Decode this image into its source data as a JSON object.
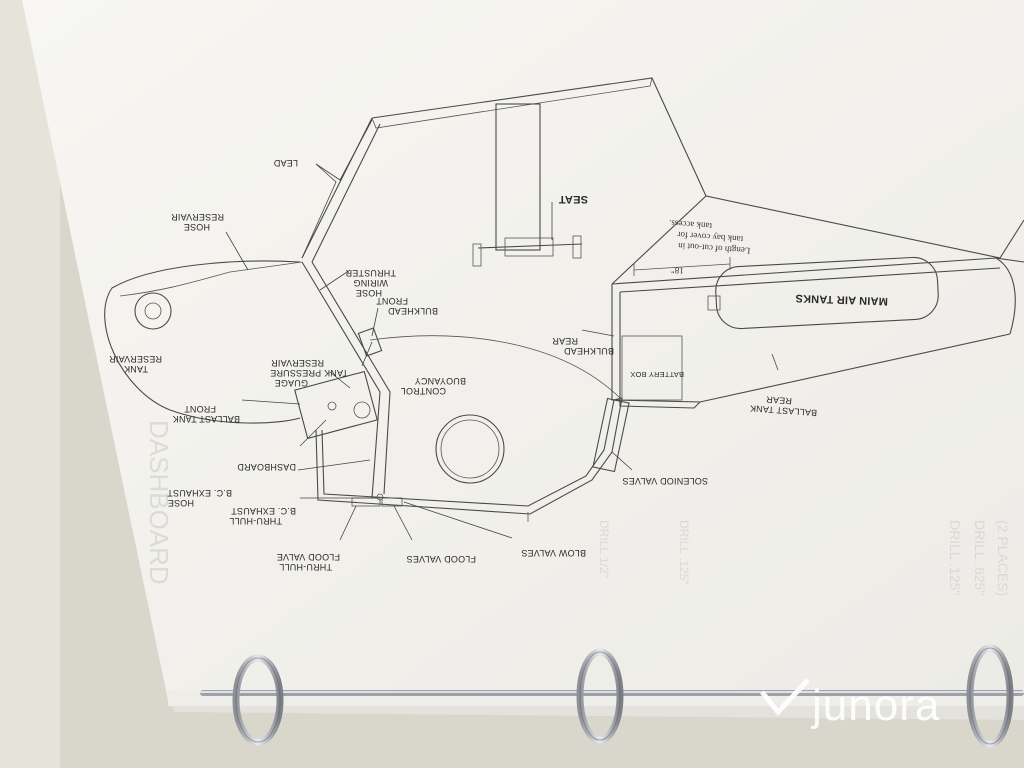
{
  "labels": {
    "lead": "LEAD",
    "seat": "SEAT",
    "reservair_hose_1": "RESERVAIR",
    "reservair_hose_2": "HOSE",
    "reservair_tank_1": "RESERVAIR",
    "reservair_tank_2": "TANK",
    "thruster_wiring_1": "THRUSTER",
    "thruster_wiring_2": "WIRING",
    "thruster_wiring_3": "HOSE",
    "front_bulkhead_1": "FRONT",
    "front_bulkhead_2": "BULKHEAD",
    "rear_bulkhead_1": "REAR",
    "rear_bulkhead_2": "BULKHEAD",
    "tank_pressure_1": "RESERVAIR",
    "tank_pressure_2": "TANK PRESSURE",
    "tank_pressure_3": "GUAGE",
    "buoyancy_1": "BUOYANCY",
    "buoyancy_2": "CONTROL",
    "front_ballast_1": "FRONT",
    "front_ballast_2": "BALLAST TANK",
    "dashboard": "DASHBOARD",
    "bc_exhaust_hose_1": "B.C. EXHAUST",
    "bc_exhaust_hose_2": "HOSE",
    "bc_exhaust_thru_1": "B.C. EXHAUST",
    "bc_exhaust_thru_2": "THRU-HULL",
    "flood_valve_1": "FLOOD VALVE",
    "flood_valve_2": "THRU-HULL",
    "flood_valves": "FLOOD VALVES",
    "blow_valves": "BLOW VALVES",
    "solenoid_valves": "SOLENIOD VALVES",
    "battery_box": "BATTERY BOX",
    "main_air_tanks": "MAIN AIR TANKS",
    "rear_ballast_1": "REAR",
    "rear_ballast_2": "BALLAST TANK",
    "cutout_1": "tank access.",
    "cutout_2": "tank bay cover for",
    "cutout_3": "Length of cut-out in",
    "dimension": "18\""
  },
  "watermark": "junora",
  "colors": {
    "paper": "#f4f3ef",
    "ink": "#2b2b2b",
    "background": "#d9d6cc",
    "ring": "#b9bcc2"
  },
  "icons": [
    "binder-ring-icon",
    "junora-logo-icon"
  ]
}
